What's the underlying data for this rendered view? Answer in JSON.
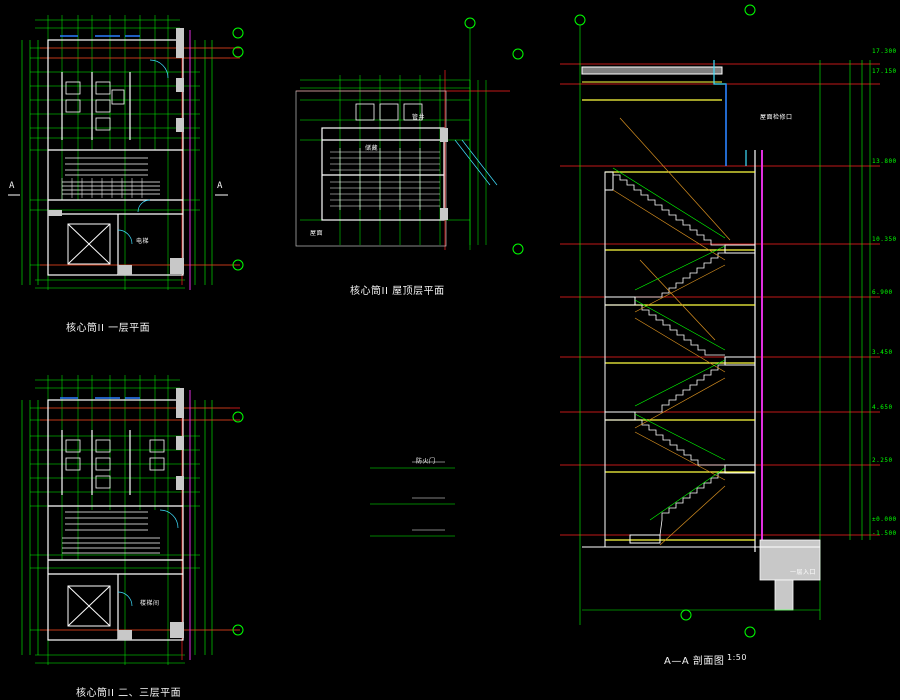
{
  "titles": {
    "plan_ground": "核心筒II 一层平面",
    "plan_roof": "核心筒II 屋顶层平面",
    "plan_typical": "核心筒II 二、三层平面",
    "section": "A—A 剖面图",
    "section_scale": "1:50"
  },
  "rooms": {
    "stair": "楼梯间",
    "storage": "储藏",
    "shaft": "管井",
    "roof": "屋面",
    "lift": "电梯"
  },
  "section_marks": {
    "left": "A",
    "right": "A"
  },
  "levels": [
    "17.300",
    "17.150",
    "13.800",
    "10.350",
    "6.900",
    "3.450",
    "4.650",
    "2.250",
    "±0.000",
    "-1.500"
  ],
  "notes": {
    "roof_access": "屋面检修口",
    "fire_door": "防火门",
    "entrance": "一层入口"
  },
  "colors": {
    "background": "#000000",
    "wall": "#ffffff",
    "dimension": "#00ff00",
    "axis": "#ff2020",
    "stair": "#ffffff",
    "window": "#2a7dff",
    "hatch": "#c8c8c8",
    "magenta": "#e030e0",
    "yellow": "#ffff40",
    "orange": "#d89020",
    "cyan": "#40e0ff"
  }
}
